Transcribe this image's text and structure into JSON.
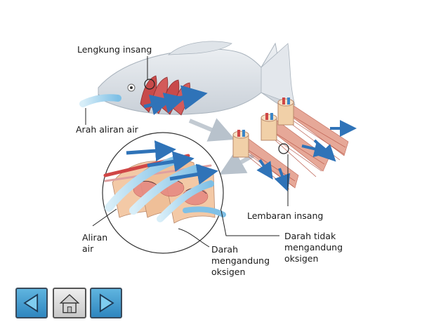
{
  "diagram": {
    "labels": {
      "gill_arch": "Lengkung insang",
      "water_direction": "Arah aliran air",
      "gill_sheet": "Lembaran insang",
      "water_flow_line1": "Aliran",
      "water_flow_line2": "air",
      "oxygenated_line1": "Darah",
      "oxygenated_line2": "mengandung",
      "oxygenated_line3": "oksigen",
      "deoxygenated_line1": "Darah tidak",
      "deoxygenated_line2": "mengandung",
      "deoxygenated_line3": "oksigen"
    }
  },
  "nav": {
    "prev_icon": "triangle-left-icon",
    "home_icon": "house-icon",
    "next_icon": "triangle-right-icon"
  },
  "colors": {
    "water_arrow": "#2f73b8",
    "gill_red": "#c84a4a",
    "button_blue": "#3a96cf"
  }
}
